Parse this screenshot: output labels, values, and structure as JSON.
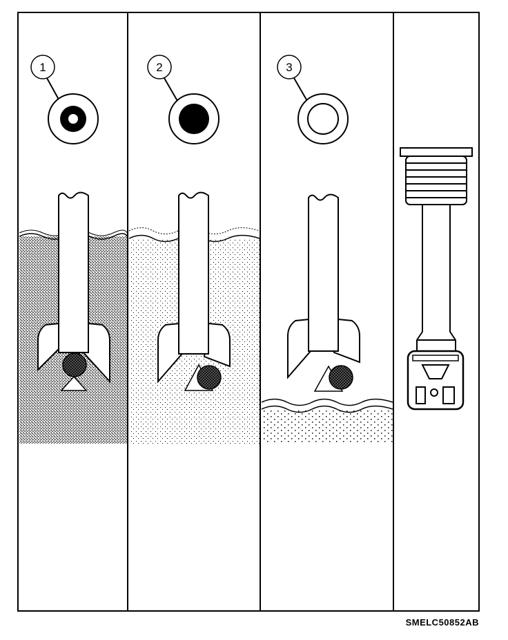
{
  "callouts": [
    "1",
    "2",
    "3"
  ],
  "figure_code": "SMELC50852AB"
}
